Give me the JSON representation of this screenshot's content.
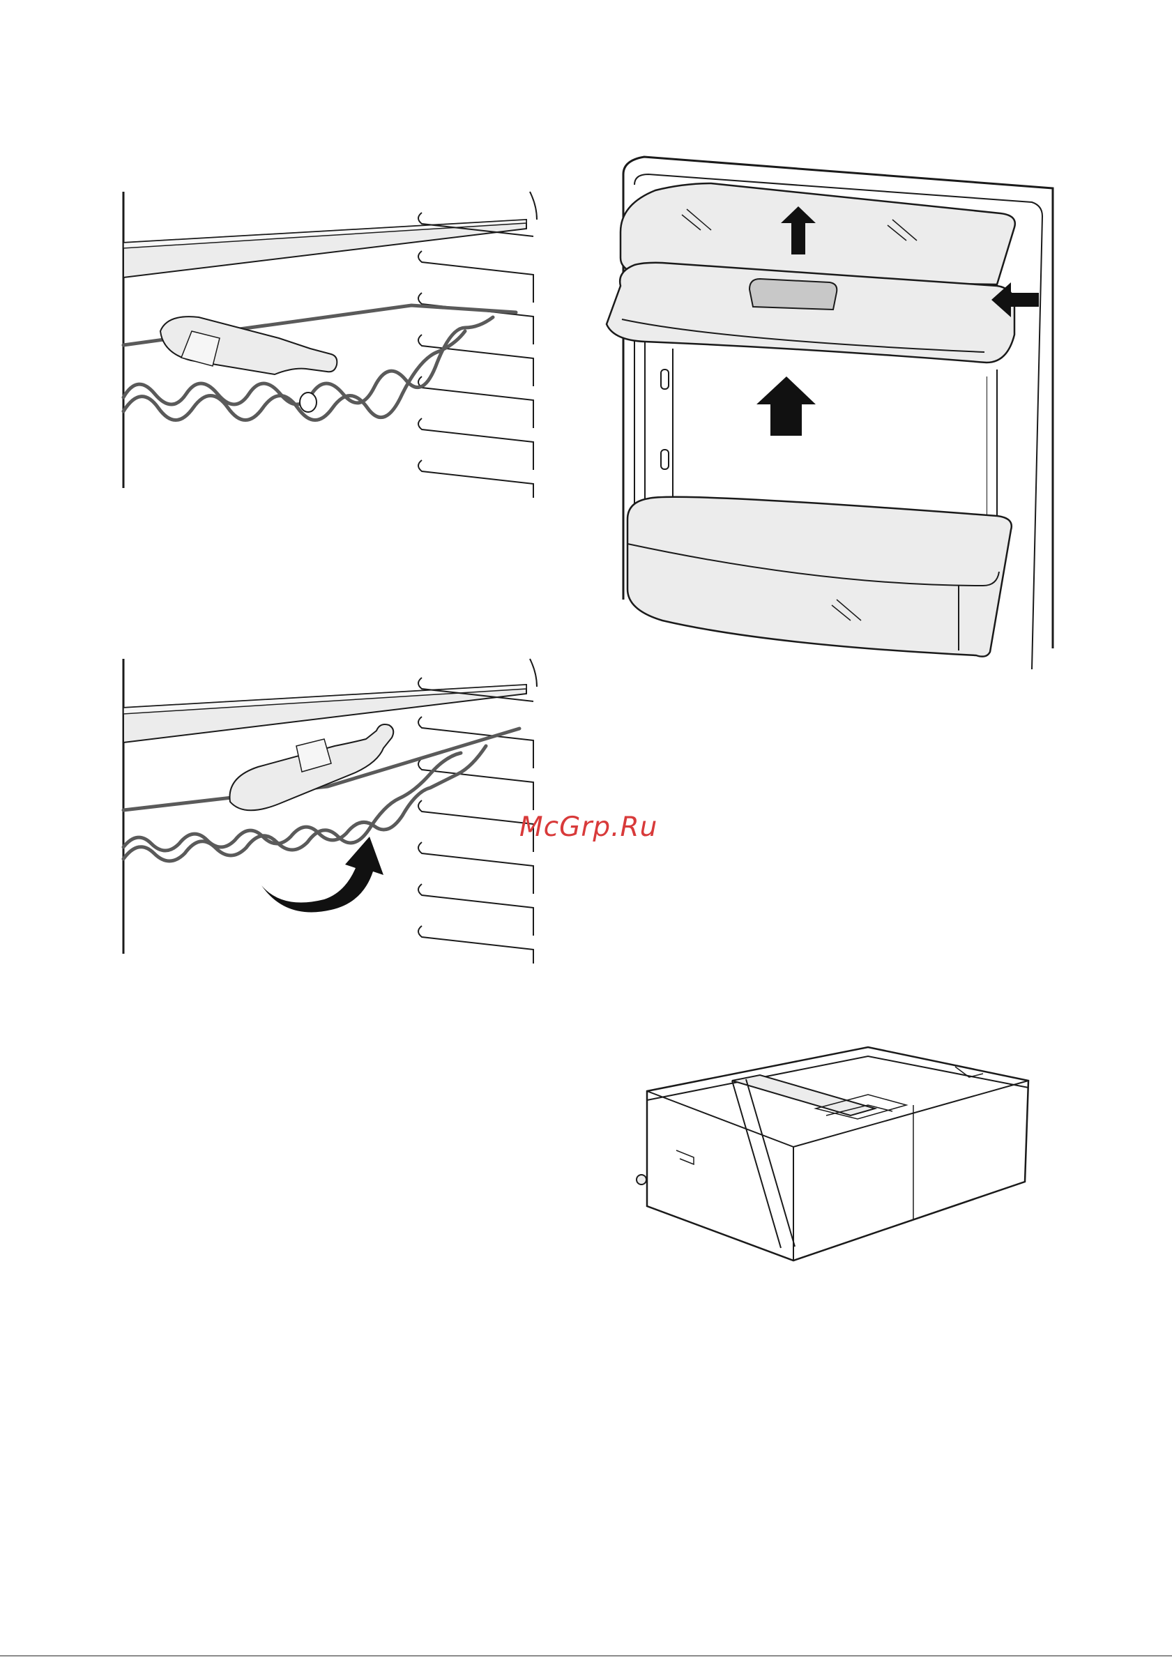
{
  "watermark": {
    "text": "McGrp.Ru",
    "color": "#d83a3a"
  },
  "figures": {
    "wine_rack_top": {
      "icon": "wine-rack-with-bottle-illustration"
    },
    "wine_rack_bottom": {
      "icon": "wine-rack-tilt-illustration"
    },
    "door_balcony": {
      "icon": "door-shelf-removal-illustration"
    },
    "drawer": {
      "icon": "crisper-drawer-illustration"
    }
  },
  "colors": {
    "line": "#1a1a1a",
    "panel_fill": "#ececec",
    "wire": "#5a5a5a",
    "arrow": "#111111"
  }
}
